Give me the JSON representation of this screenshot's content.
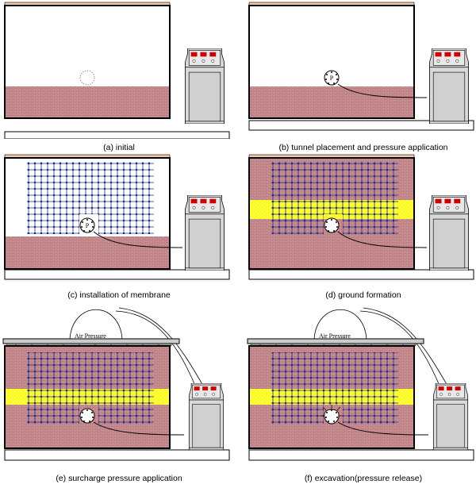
{
  "figure": {
    "panels": [
      {
        "caption": "(a)  initial"
      },
      {
        "caption": "(b)  tunnel placement and pressure application"
      },
      {
        "caption": "(c)  installation of membrane"
      },
      {
        "caption": "(d)  ground formation"
      },
      {
        "caption": "(e)  surcharge pressure application",
        "label": "Air Pressure"
      },
      {
        "caption": "(f)  excavation(pressure release)",
        "label": "Air Pressure"
      }
    ],
    "tunnel_label": "P"
  },
  "colors": {
    "soil": "#b8787c",
    "frame_top": "#f3c9a6",
    "sand_layer": "#ffff33",
    "mesh": "#1f2e8c",
    "cabinet": "#d6d6d6"
  }
}
